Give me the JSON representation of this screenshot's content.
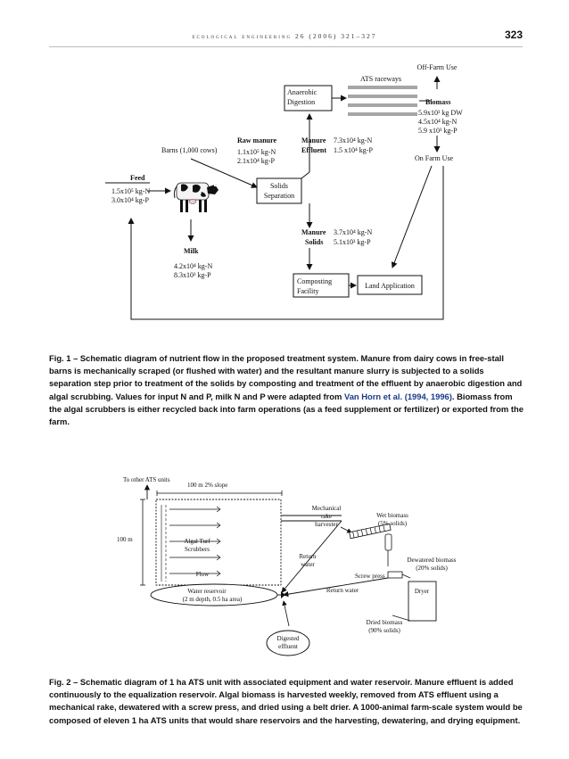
{
  "header": {
    "running": "ecological engineering 26 (2006) 321–327",
    "page_number": "323"
  },
  "fig1": {
    "off_farm_use": "Off-Farm Use",
    "ats_raceways": "ATS raceways",
    "anaerobic_1": "Anaerobic",
    "anaerobic_2": "Digestion",
    "biomass_title": "Biomass",
    "biomass_l1": "5.9x10³ kg DW",
    "biomass_l2": "4.5x10⁴ kg-N",
    "biomass_l3": "5.9 x10³ kg-P",
    "raw_manure": "Raw manure",
    "raw_l1": "1.1x10⁵ kg-N",
    "raw_l2": "2.1x10⁴ kg-P",
    "manure_effluent_1": "Manure",
    "manure_effluent_2": "Effluent",
    "effluent_l1": "7.3x10⁴ kg-N",
    "effluent_l2": "1.5 x10⁴ kg-P",
    "barns": "Barns (1,000 cows)",
    "on_farm_use": "On Farm Use",
    "feed": "Feed",
    "feed_l1": "1.5x10⁵ kg-N",
    "feed_l2": "3.0x10⁴ kg-P",
    "solids_sep_1": "Solids",
    "solids_sep_2": "Separation",
    "manure_solids_1": "Manure",
    "manure_solids_2": "Solids",
    "solids_l1": "3.7x10⁴ kg-N",
    "solids_l2": "5.1x10³ kg-P",
    "milk": "Milk",
    "milk_l1": "4.2x10⁴ kg-N",
    "milk_l2": "8.3x10³ kg-P",
    "composting_1": "Composting",
    "composting_2": "Facility",
    "land_application": "Land Application"
  },
  "caption1": {
    "label": "Fig. 1",
    "text_a": " – Schematic diagram of nutrient flow in the proposed treatment system. Manure from dairy cows in free-stall barns is mechanically scraped (or flushed with water) and the resultant manure slurry is subjected to a solids separation step prior to treatment of the solids by composting and treatment of the effluent by anaerobic digestion and algal scrubbing. Values for input N and P, milk N and P were adapted from ",
    "link": "Van Horn et al. (1994, 1996)",
    "text_b": ". Biomass from the algal scrubbers is either recycled back into farm operations (as a feed supplement or fertilizer) or exported from the farm."
  },
  "fig2": {
    "to_other": "To other ATS units",
    "top_dim": "100 m   2% slope",
    "side_dim": "100 m",
    "algal_1": "Algal Turf",
    "algal_2": "Scrubbers",
    "flow": "Flow",
    "rake_1": "Mechanical",
    "rake_2": "rake",
    "rake_3": "harvester",
    "wet_1": "Wet biomass",
    "wet_2": "(5% solids)",
    "return_1": "Return",
    "return_2": "water",
    "dewatered_1": "Dewatered biomass",
    "dewatered_2": "(20% solids)",
    "screw_press": "Screw press",
    "dryer": "Dryer",
    "return_water": "Return water",
    "reservoir_1": "Water reservoir",
    "reservoir_2": "(2 m depth, 0.5 ha area)",
    "dried_1": "Dried biomass",
    "dried_2": "(90% solids)",
    "digested_1": "Digested",
    "digested_2": "effluent"
  },
  "caption2": {
    "label": "Fig. 2",
    "text": " – Schematic diagram of 1 ha ATS unit with associated equipment and water reservoir. Manure effluent is added continuously to the equalization reservoir. Algal biomass is harvested weekly, removed from ATS effluent using a mechanical rake, dewatered with a screw press, and dried using a belt drier. A 1000-animal farm-scale system would be composed of eleven 1 ha ATS units that would share reservoirs and the harvesting, dewatering, and drying equipment."
  }
}
